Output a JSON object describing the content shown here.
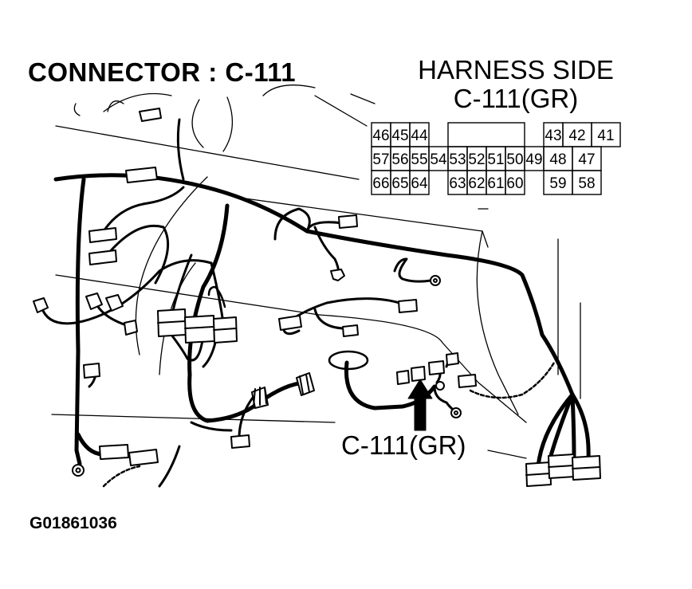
{
  "title": "CONNECTOR : C-111",
  "harness_side": {
    "line1": "HARNESS SIDE",
    "line2": "C-111(GR)",
    "rows": [
      [
        {
          "label": "46",
          "span": 1
        },
        {
          "label": "45",
          "span": 1
        },
        {
          "label": "44",
          "span": 1
        },
        {
          "label": "",
          "span": 1,
          "empty": true
        },
        {
          "label": "",
          "span": 4
        },
        {
          "label": "",
          "span": 1,
          "empty": true
        },
        {
          "label": "43",
          "span": 1
        },
        {
          "label": "42",
          "span": 1.5
        },
        {
          "label": "41",
          "span": 1.5
        }
      ],
      [
        {
          "label": "57",
          "span": 1
        },
        {
          "label": "56",
          "span": 1
        },
        {
          "label": "55",
          "span": 1
        },
        {
          "label": "54",
          "span": 1
        },
        {
          "label": "53",
          "span": 1
        },
        {
          "label": "52",
          "span": 1
        },
        {
          "label": "51",
          "span": 1
        },
        {
          "label": "50",
          "span": 1
        },
        {
          "label": "49",
          "span": 1
        },
        {
          "label": "48",
          "span": 1.5
        },
        {
          "label": "47",
          "span": 1.5
        }
      ],
      [
        {
          "label": "66",
          "span": 1
        },
        {
          "label": "65",
          "span": 1
        },
        {
          "label": "64",
          "span": 1
        },
        {
          "label": "",
          "span": 1,
          "empty": true
        },
        {
          "label": "63",
          "span": 1
        },
        {
          "label": "62",
          "span": 1
        },
        {
          "label": "61",
          "span": 1
        },
        {
          "label": "60",
          "span": 1
        },
        {
          "label": "",
          "span": 1,
          "empty": true
        },
        {
          "label": "59",
          "span": 1.5
        },
        {
          "label": "58",
          "span": 1.5
        }
      ]
    ]
  },
  "callout": "C-111(GR)",
  "figure_id": "G01861036"
}
